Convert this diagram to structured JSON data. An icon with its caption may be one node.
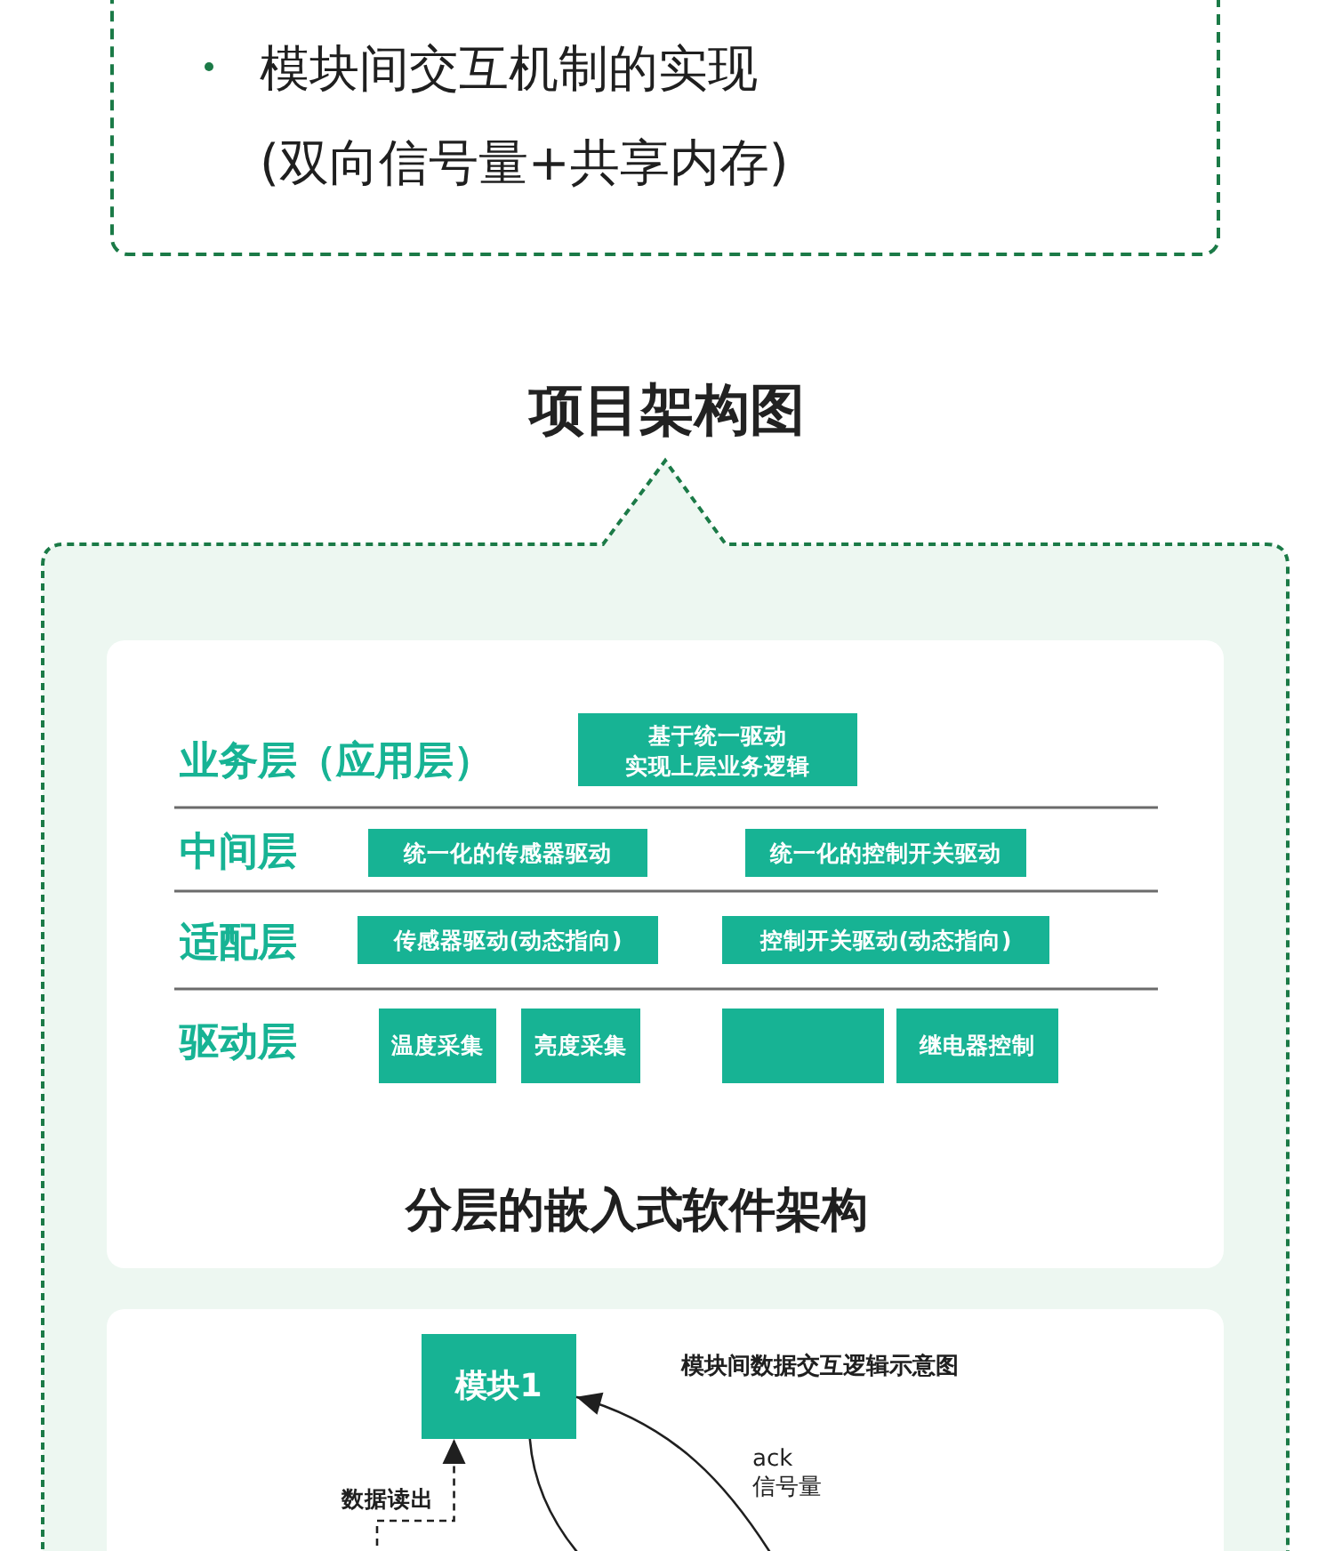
{
  "diagram": {
    "title": "项目架构图",
    "nodes": [
      {
        "text": [
          "模块间交互机制的实现(双向信号量+共享内存)"
        ]
      },
      {
        "text": [],
        "shape": "box"
      },
      {
        "text": [
          "分层的嵌入式软件架构"
        ],
        "in": 1
      },
      {
        "text": [
          "基于统一驱动实现上层业务逻辑"
        ],
        "in": 2
      },
      {
        "text": [
          "统一化的传感器驱动"
        ],
        "in": 2
      },
      {
        "text": [
          "统一化的控制开关驱动"
        ],
        "in": 2
      },
      {
        "text": [
          "传感器驱动(动态指向)"
        ],
        "in": 2
      },
      {
        "text": [
          "控制开关驱动(动态指向)"
        ],
        "in": 2
      },
      {
        "text": [
          "温度采集"
        ],
        "in": 2
      },
      {
        "text": [
          "亮度采集"
        ],
        "in": 2
      },
      {
        "text": [],
        "shape": "box",
        "in": 2
      },
      {
        "text": [
          "继电器控制"
        ],
        "in": 2
      },
      {
        "text": [
          "模块间数据交互逻辑示意图"
        ],
        "in": 1
      },
      {
        "text": [
          "模块1"
        ],
        "in": 12
      }
    ],
    "edges": [
      {
        "from": null,
        "to": 13,
        "arrow": "to",
        "style": "dashed",
        "label": "数据读出"
      },
      {
        "from": 13,
        "to": null,
        "arrow": "none"
      },
      {
        "from": null,
        "to": 13,
        "arrow": "to",
        "label": "ack 信号量"
      }
    ],
    "labels": [
      "业务层（应用层）",
      "中间层",
      "适配层",
      "驱动层"
    ]
  }
}
